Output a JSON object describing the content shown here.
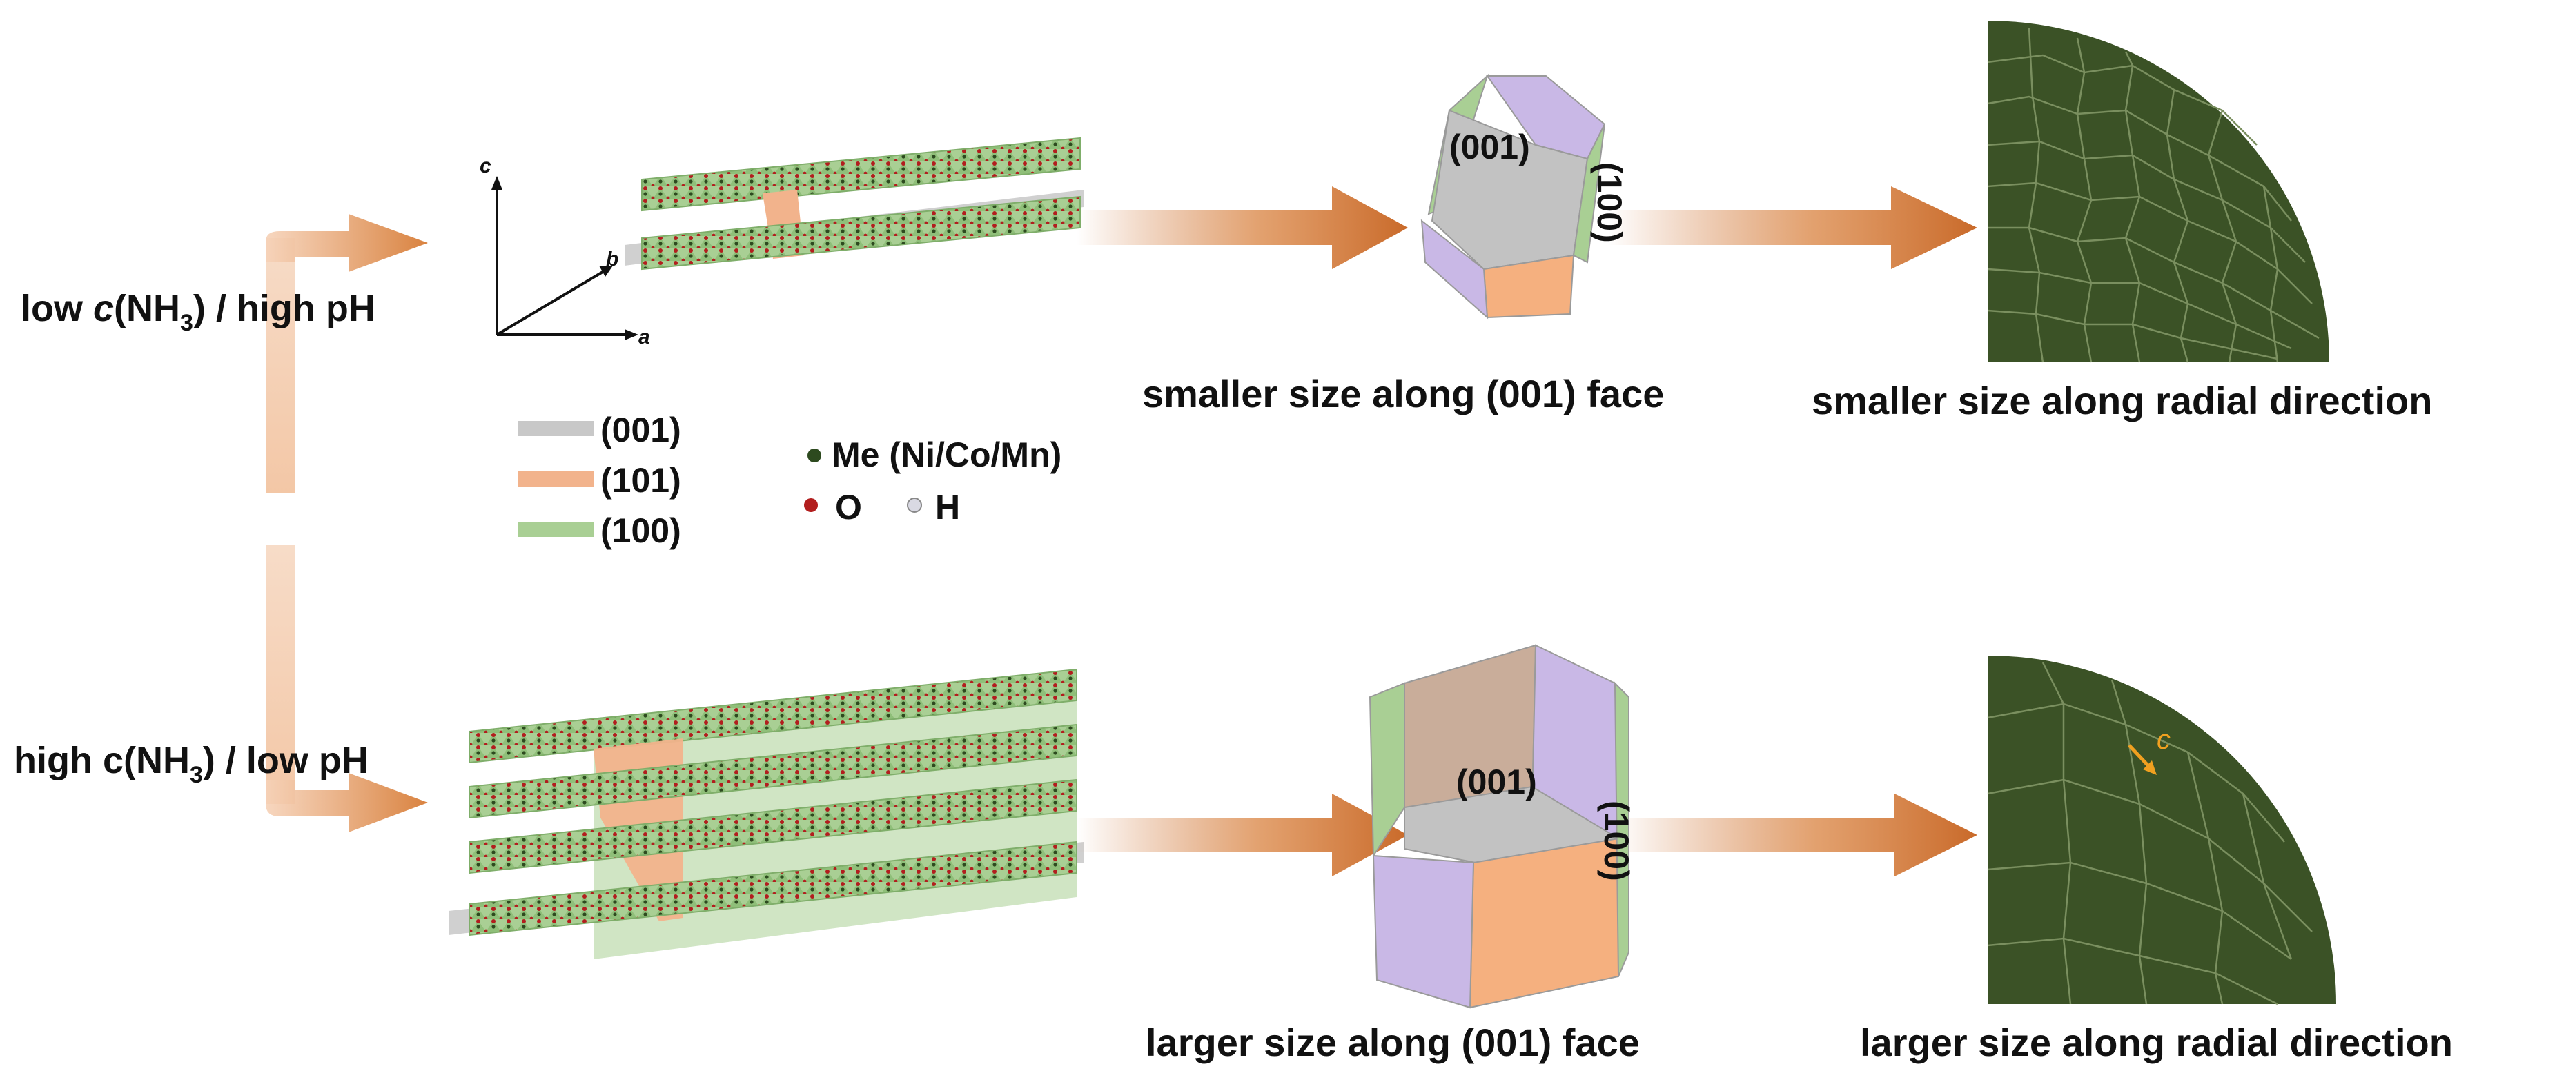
{
  "conditions": {
    "low": {
      "pre": "low ",
      "c": "c",
      "mid": "(NH",
      "sub": "3",
      "post": ") / high pH"
    },
    "high": {
      "pre": "high c(NH",
      "sub": "3",
      "post": ") / low pH"
    }
  },
  "axes": {
    "c": "c",
    "b": "b",
    "a": "a"
  },
  "legend": {
    "planes": [
      {
        "label": "(001)",
        "color": "#c8c8c8"
      },
      {
        "label": "(101)",
        "color": "#f2b38c"
      },
      {
        "label": "(100)",
        "color": "#a9cf94"
      }
    ],
    "atoms": [
      {
        "label": "Me (Ni/Co/Mn)",
        "color": "#2d4a1f"
      },
      {
        "label": "O",
        "color": "#b21e1e"
      },
      {
        "label": "H",
        "color": "#d9d9e3"
      }
    ]
  },
  "crystal_faces": {
    "top": "(001)",
    "side": "(100)"
  },
  "captions": {
    "small_face": "smaller size along (001) face",
    "small_radial": "smaller size along radial direction",
    "large_face": "larger size along (001) face",
    "large_radial": "larger size along radial direction"
  },
  "particle_axis_label": "c",
  "colors": {
    "arrow": "#c96a2a",
    "particle": "#3b5226",
    "face_top": "#c2c2c2",
    "face_orange": "#f5b07f",
    "face_purple": "#c9b8e6",
    "face_green": "#a9cf94",
    "axis_marker": "#f0a020"
  }
}
